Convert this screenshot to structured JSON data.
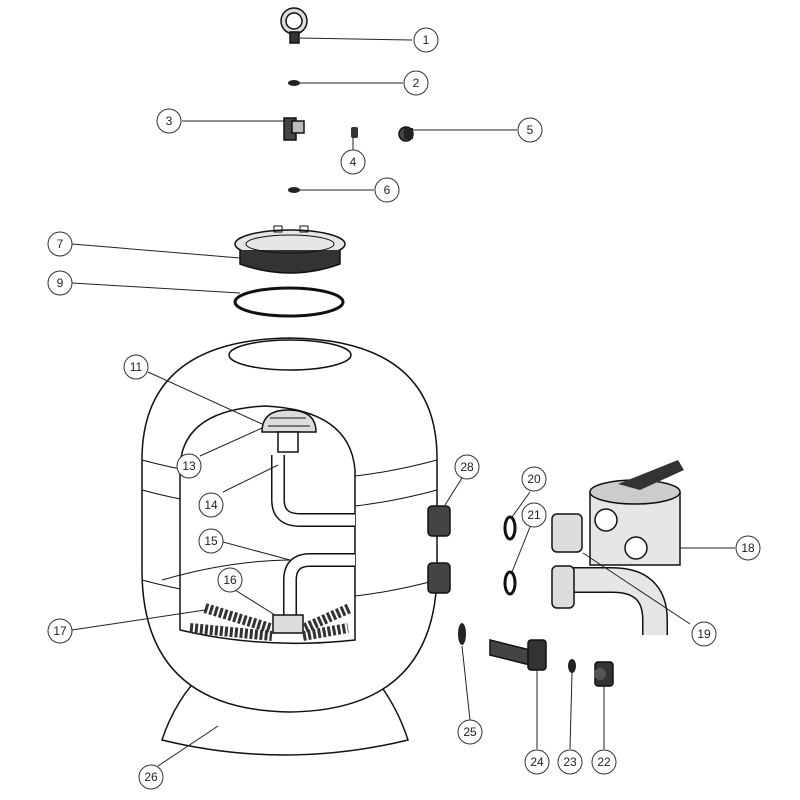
{
  "callouts": [
    {
      "id": "1",
      "label": "1"
    },
    {
      "id": "2",
      "label": "2"
    },
    {
      "id": "3",
      "label": "3"
    },
    {
      "id": "4",
      "label": "4"
    },
    {
      "id": "5",
      "label": "5"
    },
    {
      "id": "6",
      "label": "6"
    },
    {
      "id": "7",
      "label": "7"
    },
    {
      "id": "9",
      "label": "9"
    },
    {
      "id": "11",
      "label": "11"
    },
    {
      "id": "13",
      "label": "13"
    },
    {
      "id": "14",
      "label": "14"
    },
    {
      "id": "15",
      "label": "15"
    },
    {
      "id": "16",
      "label": "16"
    },
    {
      "id": "17",
      "label": "17"
    },
    {
      "id": "18",
      "label": "18"
    },
    {
      "id": "19",
      "label": "19"
    },
    {
      "id": "20",
      "label": "20"
    },
    {
      "id": "21",
      "label": "21"
    },
    {
      "id": "22",
      "label": "22"
    },
    {
      "id": "23",
      "label": "23"
    },
    {
      "id": "24",
      "label": "24"
    },
    {
      "id": "25",
      "label": "25"
    },
    {
      "id": "26",
      "label": "26"
    },
    {
      "id": "28",
      "label": "28"
    }
  ],
  "colors": {
    "line": "#222222",
    "part_fill": "#e6e6e6",
    "dark": "#333333",
    "background": "#ffffff"
  }
}
